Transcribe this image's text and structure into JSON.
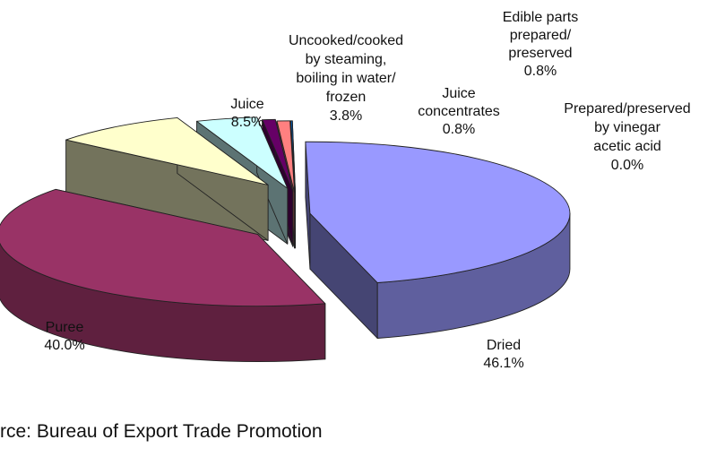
{
  "chart_data": {
    "type": "pie",
    "three_d": true,
    "exploded": true,
    "slices": [
      {
        "name": "Dried",
        "value": 46.1,
        "label": "46.1%",
        "color": "#9999ff"
      },
      {
        "name": "Puree",
        "value": 40.0,
        "label": "40.0%",
        "color": "#993366"
      },
      {
        "name": "Juice",
        "value": 8.5,
        "label": "8.5%",
        "color": "#ffffcc"
      },
      {
        "name": "Uncooked/cooked by steaming, boiling in water/ frozen",
        "value": 3.8,
        "label": "3.8%",
        "color": "#ccffff"
      },
      {
        "name": "Juice concentrates",
        "value": 0.8,
        "label": "0.8%",
        "color": "#660066"
      },
      {
        "name": "Edible parts prepared/ preserved",
        "value": 0.8,
        "label": "0.8%",
        "color": "#ff8080"
      },
      {
        "name": "Prepared/preserved by vinegar acetic acid",
        "value": 0.0,
        "label": "0.0%",
        "color": "#0066cc"
      }
    ]
  },
  "labels": {
    "dried": [
      "Dried",
      "46.1%"
    ],
    "puree": [
      "Puree",
      "40.0%"
    ],
    "juice": [
      "Juice",
      "8.5%"
    ],
    "uncooked": [
      "Uncooked/cooked",
      "by steaming,",
      "boiling in water/",
      "frozen",
      "3.8%"
    ],
    "juice_conc": [
      "Juice",
      "concentrates",
      "0.8%"
    ],
    "edible": [
      "Edible parts",
      "prepared/",
      "preserved",
      "0.8%"
    ],
    "vinegar": [
      "Prepared/preserved",
      "by vinegar",
      "acetic acid",
      "0.0%"
    ]
  },
  "source": "rce: Bureau of Export Trade Promotion"
}
